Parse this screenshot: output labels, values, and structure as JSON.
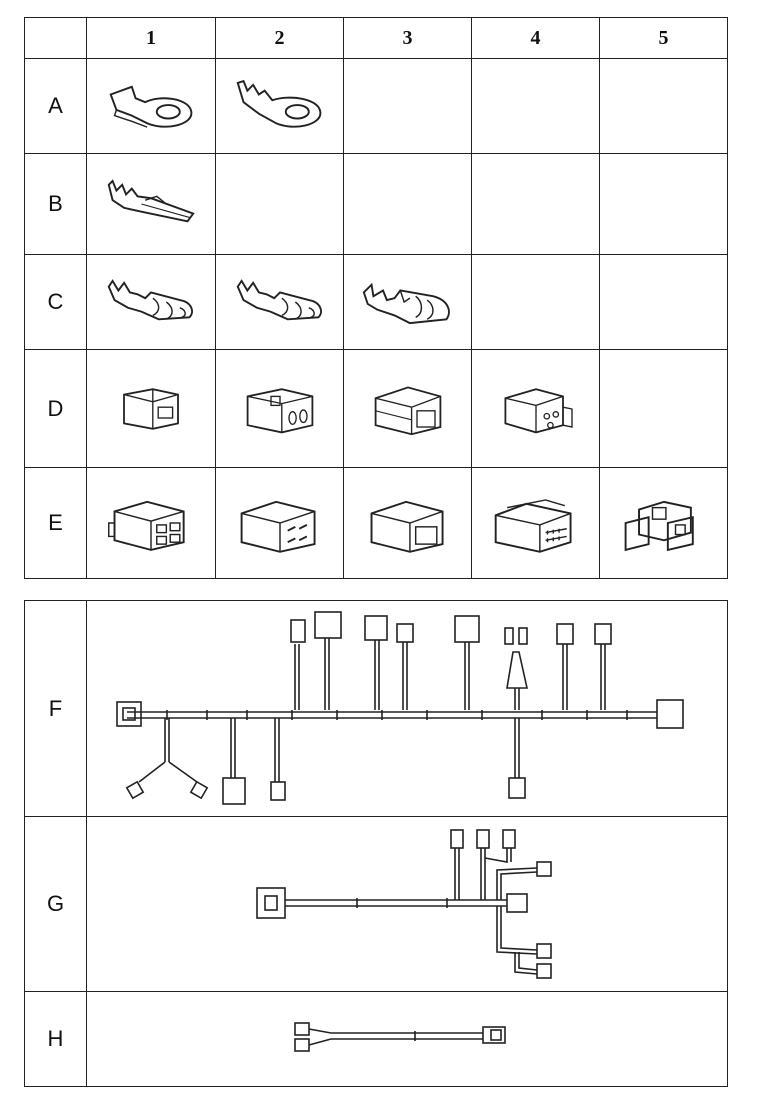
{
  "columns": [
    "1",
    "2",
    "3",
    "4",
    "5"
  ],
  "rows": [
    "A",
    "B",
    "C",
    "D",
    "E"
  ],
  "harness_rows": [
    "F",
    "G",
    "H"
  ],
  "cells": {
    "A": [
      "ring-terminal",
      "ring-terminal",
      "",
      "",
      ""
    ],
    "B": [
      "flat-blade-terminal",
      "",
      "",
      "",
      ""
    ],
    "C": [
      "female-spade-terminal",
      "female-spade-terminal",
      "female-spade-terminal-insulated",
      "",
      ""
    ],
    "D": [
      "connector-1-pin",
      "connector-2-pin",
      "connector-2-pin-housing",
      "connector-3-pin",
      ""
    ],
    "E": [
      "connector-4-pin",
      "connector-4-pin-housing",
      "connector-2-pin-housing",
      "connector-multi-pin",
      "connector-3-pin-block"
    ]
  },
  "line_color": "#222222"
}
